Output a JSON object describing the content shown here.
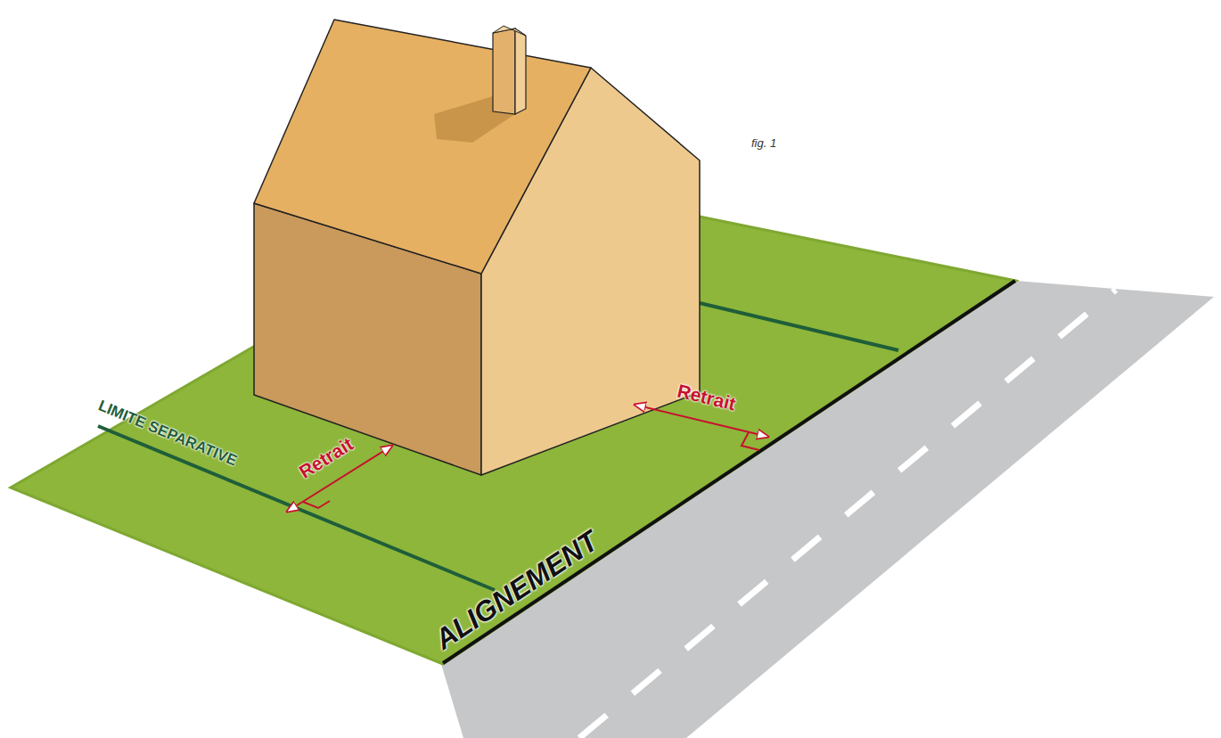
{
  "diagram": {
    "labels": [
      "fig. 1",
      "LIMITE SEPARATIVE",
      "Retrait",
      "Retrait",
      "ALIGNEMENT"
    ]
  }
}
